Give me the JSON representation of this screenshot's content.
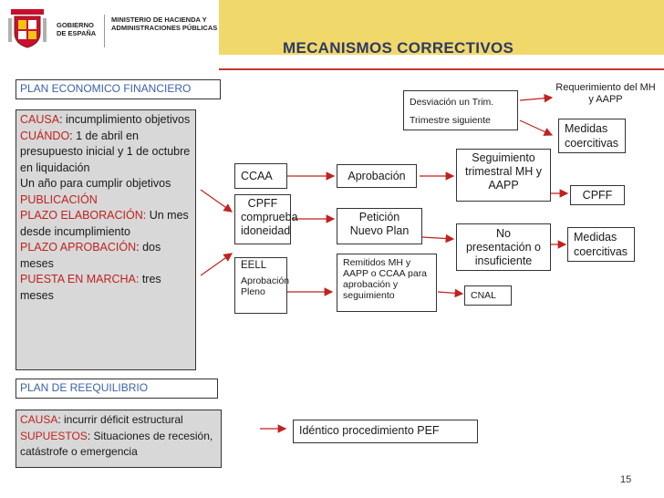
{
  "header": {
    "gobierno": "GOBIERNO DE ESPAÑA",
    "ministerio": "MINISTERIO DE HACIENDA Y ADMINISTRACIONES PÚBLICAS",
    "title": "MECANISMOS CORRECTIVOS"
  },
  "pef": {
    "title": "PLAN ECONOMICO FINANCIERO",
    "causa_label": "CAUSA",
    "causa_text": ": incumplimiento objetivos",
    "cuando_label": "CUÁNDO",
    "cuando_text": ": 1 de abril en presupuesto inicial y 1 de octubre en liquidación",
    "anio_text": "Un año para cumplir objetivos",
    "publicacion_label": "PUBLICACIÓN",
    "plazo_elab_label": "PLAZO ELABORACIÓN:",
    "plazo_elab_text": " Un mes desde incumplimiento",
    "plazo_aprob_label": "PLAZO APROBACIÓN",
    "plazo_aprob_text": ": dos meses",
    "puesta_label": "PUESTA EN MARCHA:",
    "puesta_text": " tres meses"
  },
  "reequilibrio": {
    "title": "PLAN DE REEQUILIBRIO",
    "causa_label": "CAUSA",
    "causa_text": ": incurrir déficit estructural",
    "supuestos_label": "SUPUESTOS",
    "supuestos_text": ": Situaciones de recesión, catástrofe o emergencia",
    "result": "Idéntico procedimiento PEF"
  },
  "flow": {
    "ccaa": "CCAA",
    "cpff_comprueba": "CPFF comprueba idoneidad",
    "eell": "EELL",
    "aprobacion_pleno": "Aprobación Pleno",
    "aprobacion": "Aprobación",
    "peticion": "Petición Nuevo Plan",
    "remitidos": "Remitidos MH y AAPP o CCAA para aprobación y seguimiento",
    "cnal": "CNAL",
    "desviacion": "Desviación un Trim.",
    "trimestre": "Trimestre siguiente",
    "seguimiento": "Seguimiento trimestral MH y AAPP",
    "no_presentacion": "No presentación o insuficiente",
    "requerimiento": "Requerimiento del MH y AAPP",
    "medidas1": "Medidas coercitivas",
    "cpff": "CPFF",
    "medidas2": "Medidas coercitivas"
  },
  "page_number": "15",
  "colors": {
    "accent_red": "#c0221f",
    "title_blue": "#2c3a66",
    "header_blue": "#3a62a8",
    "yellow": "#f1d86a",
    "grey_box": "#d8d8d8"
  }
}
